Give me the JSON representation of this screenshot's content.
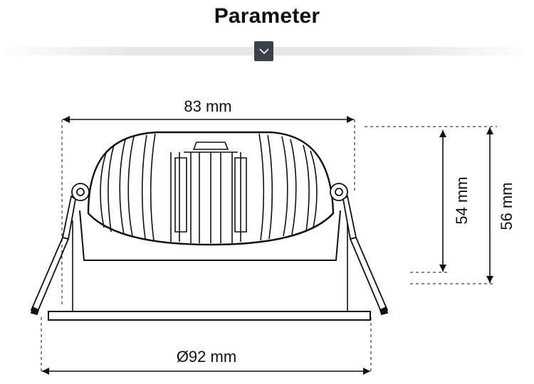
{
  "header": {
    "title": "Parameter",
    "toggle_icon": "chevron-down-icon"
  },
  "diagram": {
    "dimensions": {
      "top_width": "83 mm",
      "bottom_diameter": "Ø92 mm",
      "inner_height": "54 mm",
      "outer_height": "56 mm"
    }
  },
  "colors": {
    "ink": "#111111",
    "toggle_bg": "#3b404a"
  }
}
